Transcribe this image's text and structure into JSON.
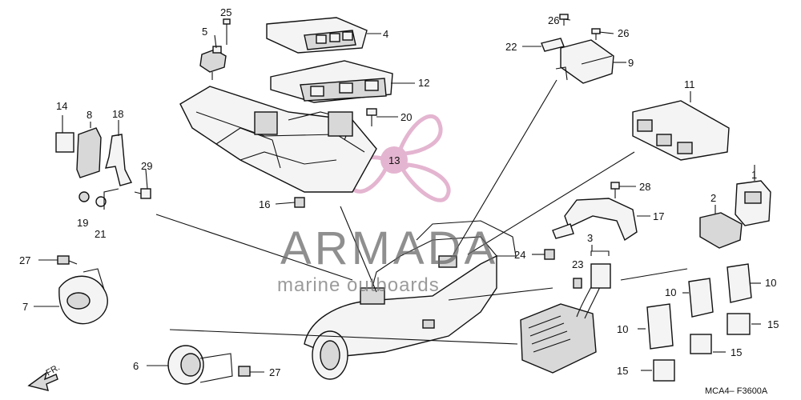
{
  "diagram": {
    "drawing_code": "MCA4– F3600A",
    "direction_label": "FR.",
    "watermark": {
      "brand": "ARMADA",
      "tagline": "marine outboards"
    },
    "colors": {
      "ink": "#111111",
      "watermark_pink": "#e0a9c8",
      "watermark_gray": "#6a6a6a"
    },
    "callouts": [
      {
        "id": "c25",
        "label": "25"
      },
      {
        "id": "c5",
        "label": "5"
      },
      {
        "id": "c4",
        "label": "4"
      },
      {
        "id": "c12",
        "label": "12"
      },
      {
        "id": "c20",
        "label": "20"
      },
      {
        "id": "c13",
        "label": "13"
      },
      {
        "id": "c14",
        "label": "14"
      },
      {
        "id": "c8",
        "label": "8"
      },
      {
        "id": "c18",
        "label": "18"
      },
      {
        "id": "c29",
        "label": "29"
      },
      {
        "id": "c19",
        "label": "19"
      },
      {
        "id": "c21",
        "label": "21"
      },
      {
        "id": "c16",
        "label": "16"
      },
      {
        "id": "c26a",
        "label": "26"
      },
      {
        "id": "c26b",
        "label": "26"
      },
      {
        "id": "c22",
        "label": "22"
      },
      {
        "id": "c9",
        "label": "9"
      },
      {
        "id": "c11",
        "label": "11"
      },
      {
        "id": "c28",
        "label": "28"
      },
      {
        "id": "c17",
        "label": "17"
      },
      {
        "id": "c1",
        "label": "1"
      },
      {
        "id": "c2",
        "label": "2"
      },
      {
        "id": "c3",
        "label": "3"
      },
      {
        "id": "c24",
        "label": "24"
      },
      {
        "id": "c23",
        "label": "23"
      },
      {
        "id": "c27a",
        "label": "27"
      },
      {
        "id": "c7",
        "label": "7"
      },
      {
        "id": "c6",
        "label": "6"
      },
      {
        "id": "c27b",
        "label": "27"
      },
      {
        "id": "c10a",
        "label": "10"
      },
      {
        "id": "c10b",
        "label": "10"
      },
      {
        "id": "c10c",
        "label": "10"
      },
      {
        "id": "c15a",
        "label": "15"
      },
      {
        "id": "c15b",
        "label": "15"
      },
      {
        "id": "c15c",
        "label": "15"
      }
    ]
  }
}
